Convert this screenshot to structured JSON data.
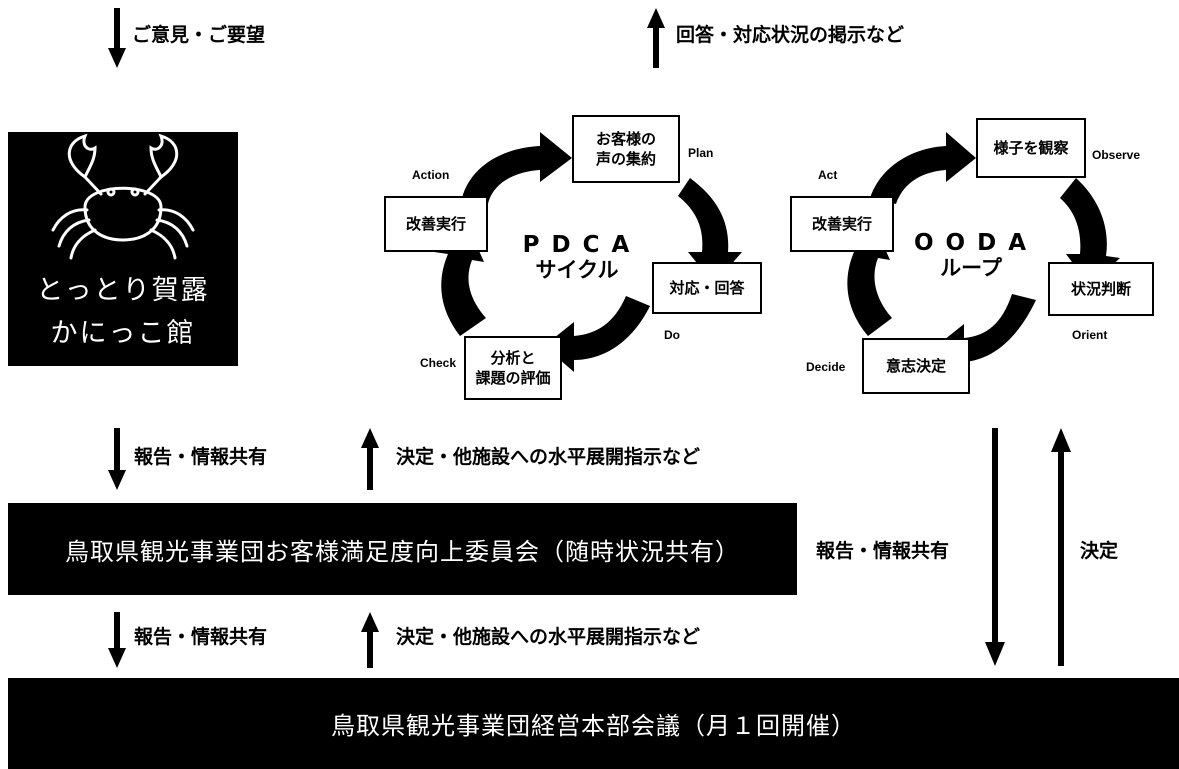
{
  "top": {
    "down_label": "ご意見・ご要望",
    "up_label": "回答・対応状況の掲示など"
  },
  "logo": {
    "line1": "とっとり賀露",
    "line2": "かにっこ館"
  },
  "pdca": {
    "title_line1": "P D C A",
    "title_line2": "サイクル",
    "plan_box": "お客様の\n声の集約",
    "do_box": "対応・回答",
    "check_box": "分析と\n課題の評価",
    "action_box": "改善実行",
    "plan_label": "Plan",
    "do_label": "Do",
    "check_label": "Check",
    "action_label": "Action"
  },
  "ooda": {
    "title_line1": "O O D A",
    "title_line2": "ループ",
    "observe_box": "様子を観察",
    "orient_box": "状況判断",
    "decide_box": "意志決定",
    "act_box": "改善実行",
    "observe_label": "Observe",
    "orient_label": "Orient",
    "decide_label": "Decide",
    "act_label": "Act"
  },
  "mid": {
    "down_label": "報告・情報共有",
    "up_label": "決定・他施設への水平展開指示など"
  },
  "committee": {
    "label": "鳥取県観光事業団お客様満足度向上委員会（随時状況共有）"
  },
  "side": {
    "down_label": "報告・情報共有",
    "up_label": "決定"
  },
  "lower": {
    "down_label": "報告・情報共有",
    "up_label": "決定・他施設への水平展開指示など"
  },
  "hq": {
    "label": "鳥取県観光事業団経営本部会議（月１回開催）"
  },
  "colors": {
    "box_fill": "#000000",
    "text_on_box": "#ffffff",
    "arrow": "#000000"
  }
}
